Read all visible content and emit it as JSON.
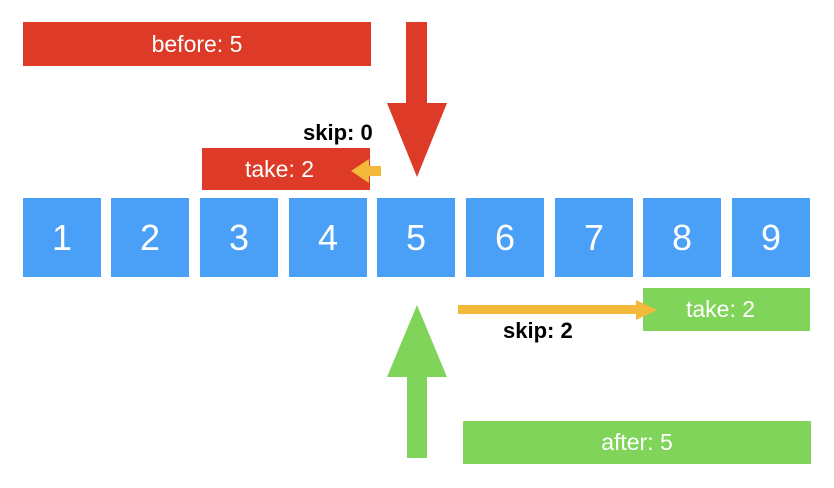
{
  "before": {
    "label": "before: 5"
  },
  "after": {
    "label": "after: 5"
  },
  "backward": {
    "skip_label": "skip: 0",
    "take_label": "take: 2"
  },
  "forward": {
    "skip_label": "skip: 2",
    "take_label": "take: 2"
  },
  "sequence": {
    "items": [
      "1",
      "2",
      "3",
      "4",
      "5",
      "6",
      "7",
      "8",
      "9"
    ]
  },
  "colors": {
    "before": "#dd3a27",
    "after": "#80d45a",
    "cell": "#4a9ff6",
    "skip_arrow": "#f3b93a"
  }
}
